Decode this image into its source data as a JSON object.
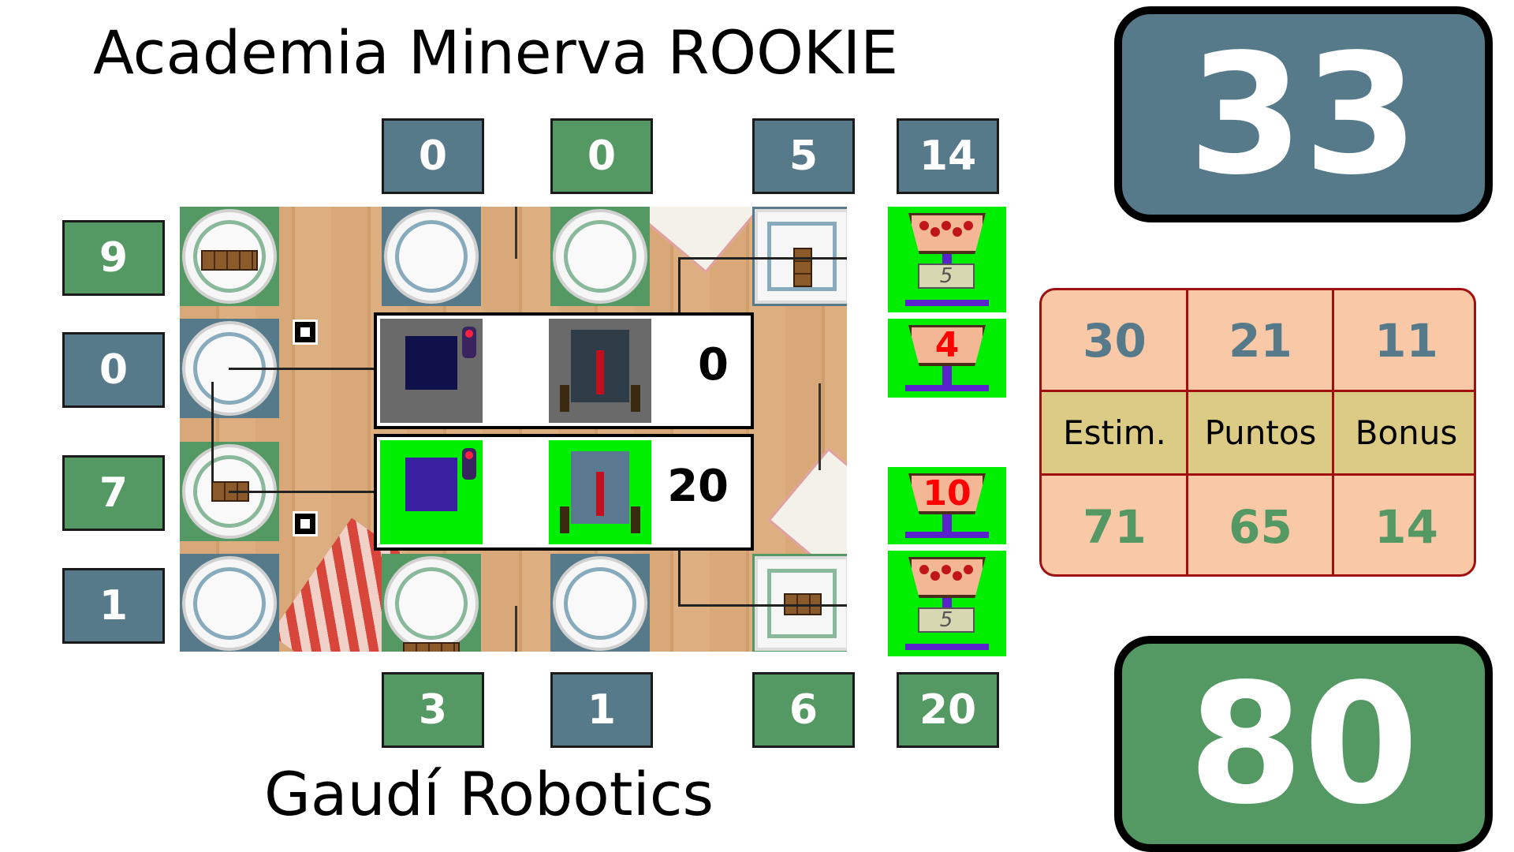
{
  "teams": {
    "top": {
      "name": "Academia Minerva ROOKIE",
      "score": "33",
      "color": "#567a8a"
    },
    "bottom": {
      "name": "Gaudí Robotics",
      "score": "80",
      "color": "#549863"
    }
  },
  "column_scores_top": [
    "0",
    "0",
    "5",
    "14"
  ],
  "column_scores_bottom": [
    "3",
    "1",
    "6",
    "20"
  ],
  "row_scores_left": [
    "9",
    "0",
    "7",
    "1"
  ],
  "robots": [
    {
      "score": "0",
      "team_color": "#567a8a"
    },
    {
      "score": "20",
      "team_color": "#549863"
    }
  ],
  "baskets": [
    {
      "label": "",
      "display": "5"
    },
    {
      "label": "4",
      "display": ""
    },
    {
      "label": "10",
      "display": ""
    },
    {
      "label": "",
      "display": "5"
    }
  ],
  "stats": {
    "top_row": [
      "30",
      "21",
      "11"
    ],
    "headers": [
      "Estim.",
      "Puntos",
      "Bonus"
    ],
    "bottom_row": [
      "71",
      "65",
      "14"
    ]
  }
}
